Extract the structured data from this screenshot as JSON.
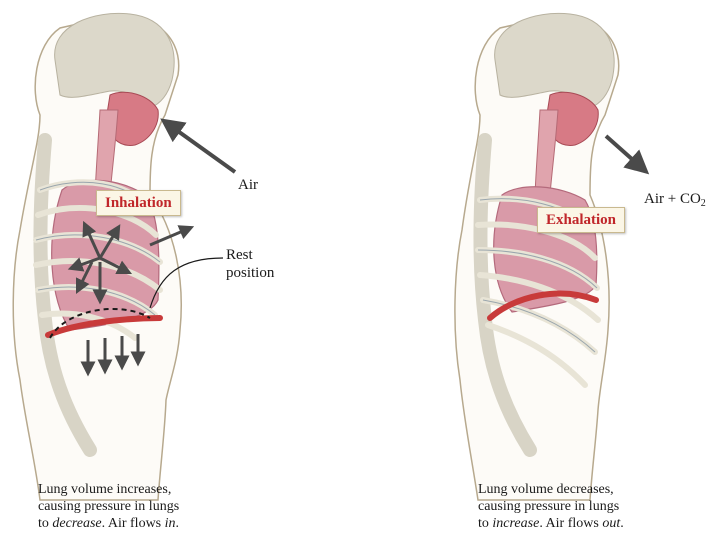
{
  "inhale": {
    "tag": "Inhalation",
    "air_label": "Air",
    "rest_label_line1": "Rest",
    "rest_label_line2": "position",
    "caption_line1": "Lung volume increases,",
    "caption_line2": "causing pressure in lungs",
    "caption_to": "to ",
    "caption_em1": "decrease",
    "caption_mid": ". Air flows ",
    "caption_em2": "in",
    "caption_end": "."
  },
  "exhale": {
    "tag": "Exhalation",
    "air_label": "Air + CO",
    "air_label_sub": "2",
    "caption_line1": "Lung volume decreases,",
    "caption_line2": "causing pressure in lungs",
    "caption_to": "to ",
    "caption_em1": "increase",
    "caption_mid": ". Air flows ",
    "caption_em2": "out",
    "caption_end": "."
  },
  "colors": {
    "skin_outline": "#b7a98e",
    "lung": "#d99aa8",
    "diaphragm": "#c83a3a",
    "rib": "#e8e4d6",
    "bone": "#d8d4c6",
    "arrow": "#4a4a4a",
    "tag_text": "#c0262a"
  }
}
